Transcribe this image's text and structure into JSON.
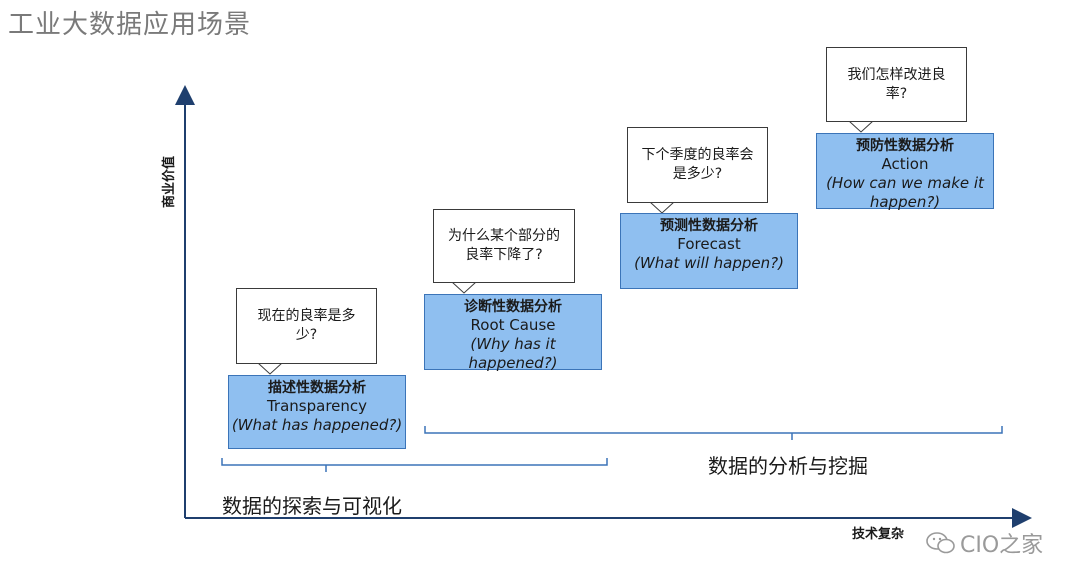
{
  "title": "工业大数据应用场景",
  "axis": {
    "y_label": "商业价值",
    "x_label": "技术复杂"
  },
  "stages": [
    {
      "question": "现在的良率是多少?",
      "title": "描述性数据分析",
      "en": "Transparency",
      "en_q": "(What has happened?)"
    },
    {
      "question": "为什么某个部分的良率下降了?",
      "title": "诊断性数据分析",
      "en": "Root Cause",
      "en_q": "(Why has it happened?)"
    },
    {
      "question": "下个季度的良率会是多少?",
      "title": "预测性数据分析",
      "en": "Forecast",
      "en_q": "(What will happen?)"
    },
    {
      "question": "我们怎样改进良率?",
      "title": "预防性数据分析",
      "en": "Action",
      "en_q": "(How can we make it happen?)"
    }
  ],
  "groups": {
    "explore": "数据的探索与可视化",
    "mining": "数据的分析与挖掘"
  },
  "watermark": "CIO之家"
}
